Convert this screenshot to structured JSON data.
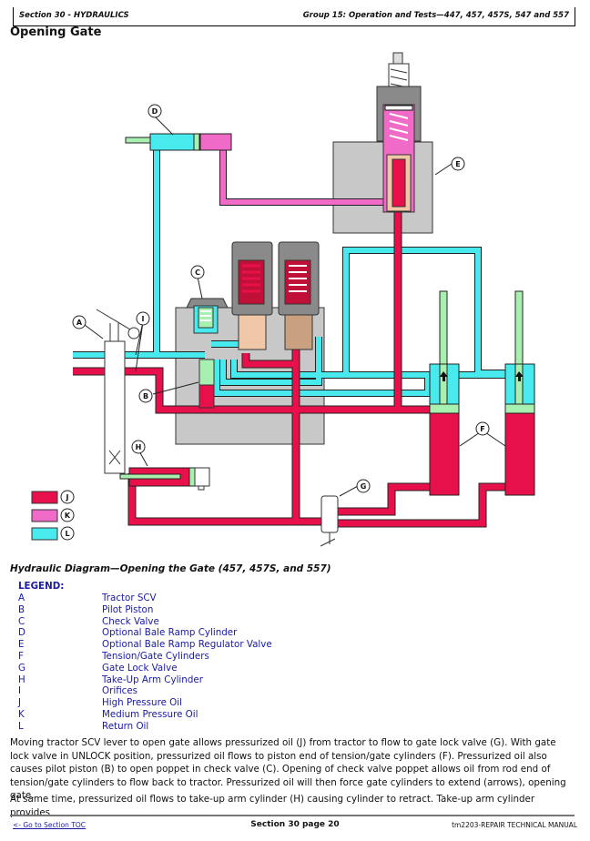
{
  "header": {
    "section": "Section 30 - HYDRAULICS",
    "group": "Group 15: Operation and Tests—447, 457, 457S, 547 and 557"
  },
  "page_title": "Opening Gate",
  "diagram": {
    "callouts": {
      "A": "A",
      "B": "B",
      "C": "C",
      "D": "D",
      "E": "E",
      "F": "F",
      "G": "G",
      "H": "H",
      "I": "I",
      "J": "J",
      "K": "K",
      "L": "L"
    },
    "colors": {
      "high_pressure": "#e8104a",
      "medium_pressure": "#f06ac8",
      "return": "#48eaee",
      "piston": "#a8f0b0",
      "body": "#c8c8c8",
      "seat": "#f0c8a8"
    },
    "swatches": [
      {
        "key": "J",
        "color": "#e8104a"
      },
      {
        "key": "K",
        "color": "#f06ac8"
      },
      {
        "key": "L",
        "color": "#48eaee"
      }
    ]
  },
  "caption": "Hydraulic Diagram—Opening the Gate (457, 457S, and 557)",
  "legend": {
    "heading": "LEGEND:",
    "items": [
      {
        "key": "A",
        "label": "Tractor SCV"
      },
      {
        "key": "B",
        "label": "Pilot Piston"
      },
      {
        "key": "C",
        "label": "Check Valve"
      },
      {
        "key": "D",
        "label": "Optional Bale Ramp Cylinder"
      },
      {
        "key": "E",
        "label": "Optional Bale Ramp Regulator Valve"
      },
      {
        "key": "F",
        "label": "Tension/Gate Cylinders"
      },
      {
        "key": "G",
        "label": "Gate Lock Valve"
      },
      {
        "key": "H",
        "label": "Take-Up Arm Cylinder"
      },
      {
        "key": "I",
        "label": "Orifices"
      },
      {
        "key": "J",
        "label": "High Pressure Oil"
      },
      {
        "key": "K",
        "label": "Medium Pressure Oil"
      },
      {
        "key": "L",
        "label": "Return Oil"
      }
    ]
  },
  "body": {
    "paragraph1": "Moving tractor SCV lever to open gate allows pressurized oil (J) from tractor to flow to gate lock valve (G). With gate lock valve in UNLOCK position, pressurized oil flows to piston end of tension/gate cylinders (F). Pressurized oil also causes pilot piston (B) to open poppet in check valve (C). Opening of check valve poppet allows oil from rod end of tension/gate cylinders to flow back to tractor. Pressurized oil will then force gate cylinders to extend (arrows), opening gate.",
    "paragraph2": "At same time, pressurized oil flows to take-up arm cylinder (H) causing cylinder to retract. Take-up arm cylinder provides"
  },
  "footer": {
    "toc_link": "<- Go to Section TOC",
    "page": "Section 30 page 20",
    "manual": "tm2203-REPAIR TECHNICAL MANUAL"
  }
}
